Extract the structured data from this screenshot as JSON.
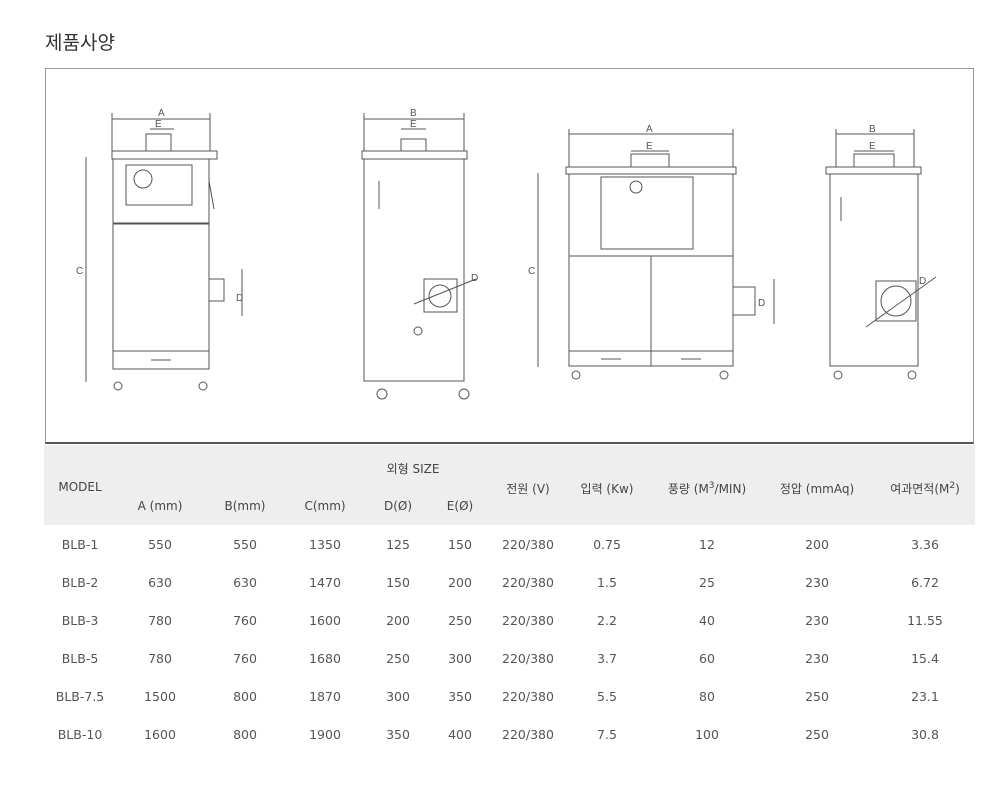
{
  "title": "제품사양",
  "diagram_labels": {
    "A": "A",
    "B": "B",
    "C": "C",
    "D": "D",
    "E": "E"
  },
  "table": {
    "group_header": "외형 SIZE",
    "headers": {
      "model": "MODEL",
      "a": "A (mm)",
      "b": "B(mm)",
      "c": "C(mm)",
      "d": "D(Ø)",
      "e": "E(Ø)",
      "power": "전원 (V)",
      "input": "입력 (Kw)",
      "flow": "풍량 (M",
      "flow_sup": "3",
      "flow_unit": "/MIN)",
      "pressure": "정압 (mmAq)",
      "filter": "여과면적(M",
      "filter_sup": "2",
      "filter_end": ")"
    },
    "rows": [
      [
        "BLB-1",
        "550",
        "550",
        "1350",
        "125",
        "150",
        "220/380",
        "0.75",
        "12",
        "200",
        "3.36"
      ],
      [
        "BLB-2",
        "630",
        "630",
        "1470",
        "150",
        "200",
        "220/380",
        "1.5",
        "25",
        "230",
        "6.72"
      ],
      [
        "BLB-3",
        "780",
        "760",
        "1600",
        "200",
        "250",
        "220/380",
        "2.2",
        "40",
        "230",
        "11.55"
      ],
      [
        "BLB-5",
        "780",
        "760",
        "1680",
        "250",
        "300",
        "220/380",
        "3.7",
        "60",
        "230",
        "15.4"
      ],
      [
        "BLB-7.5",
        "1500",
        "800",
        "1870",
        "300",
        "350",
        "220/380",
        "5.5",
        "80",
        "250",
        "23.1"
      ],
      [
        "BLB-10",
        "1600",
        "800",
        "1900",
        "350",
        "400",
        "220/380",
        "7.5",
        "100",
        "250",
        "30.8"
      ]
    ]
  }
}
